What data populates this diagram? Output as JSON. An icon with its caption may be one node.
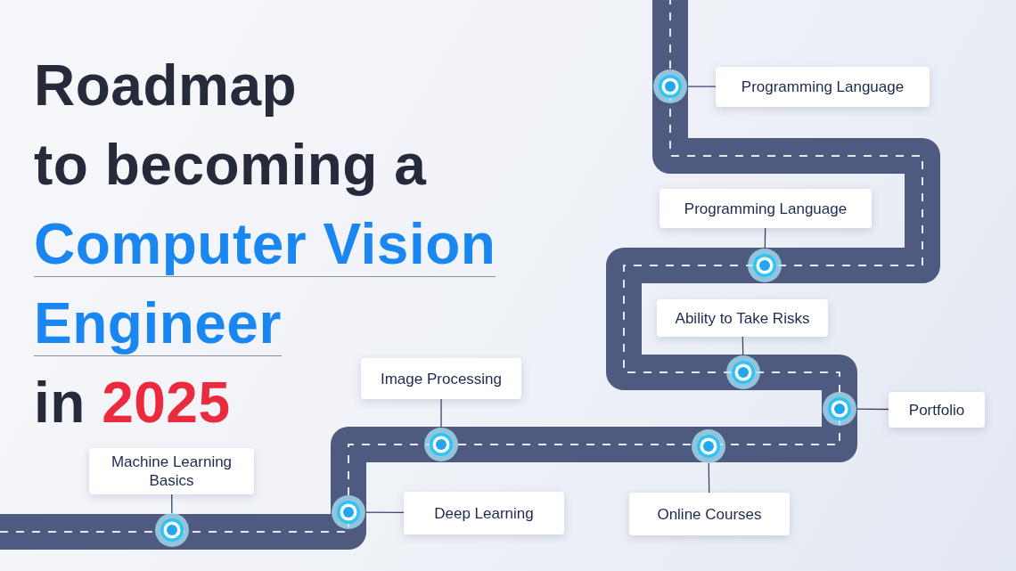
{
  "diagram": {
    "title": "Roadmap to becoming a Computer Vision Engineer in 2025",
    "nodes": [
      {
        "text": [
          "Machine Learning Basics"
        ]
      },
      {
        "text": [],
        "shape": "circle"
      },
      {
        "text": [
          "Deep Learning"
        ]
      },
      {
        "text": [],
        "shape": "circle"
      },
      {
        "text": [
          "Image Processing"
        ]
      },
      {
        "text": [],
        "shape": "circle"
      },
      {
        "text": [
          "Online Courses"
        ]
      },
      {
        "text": [],
        "shape": "circle"
      },
      {
        "text": [
          "Portfolio"
        ]
      },
      {
        "text": [],
        "shape": "circle"
      },
      {
        "text": [
          "Ability to Take Risks"
        ]
      },
      {
        "text": [],
        "shape": "circle"
      },
      {
        "text": [
          "Programming Language"
        ]
      },
      {
        "text": [],
        "shape": "circle"
      },
      {
        "text": [
          "Programming Language"
        ]
      },
      {
        "text": [],
        "shape": "circle"
      }
    ],
    "edges": [
      {
        "from": 0,
        "to": 1,
        "arrow": "none"
      },
      {
        "from": 2,
        "to": 3,
        "arrow": "none"
      },
      {
        "from": 4,
        "to": 5,
        "arrow": "none"
      },
      {
        "from": 6,
        "to": 7,
        "arrow": "none"
      },
      {
        "from": 8,
        "to": 9,
        "arrow": "none"
      },
      {
        "from": 10,
        "to": 11,
        "arrow": "none"
      },
      {
        "from": 12,
        "to": 13,
        "arrow": "none"
      },
      {
        "from": 14,
        "to": 15,
        "arrow": "none"
      }
    ]
  }
}
